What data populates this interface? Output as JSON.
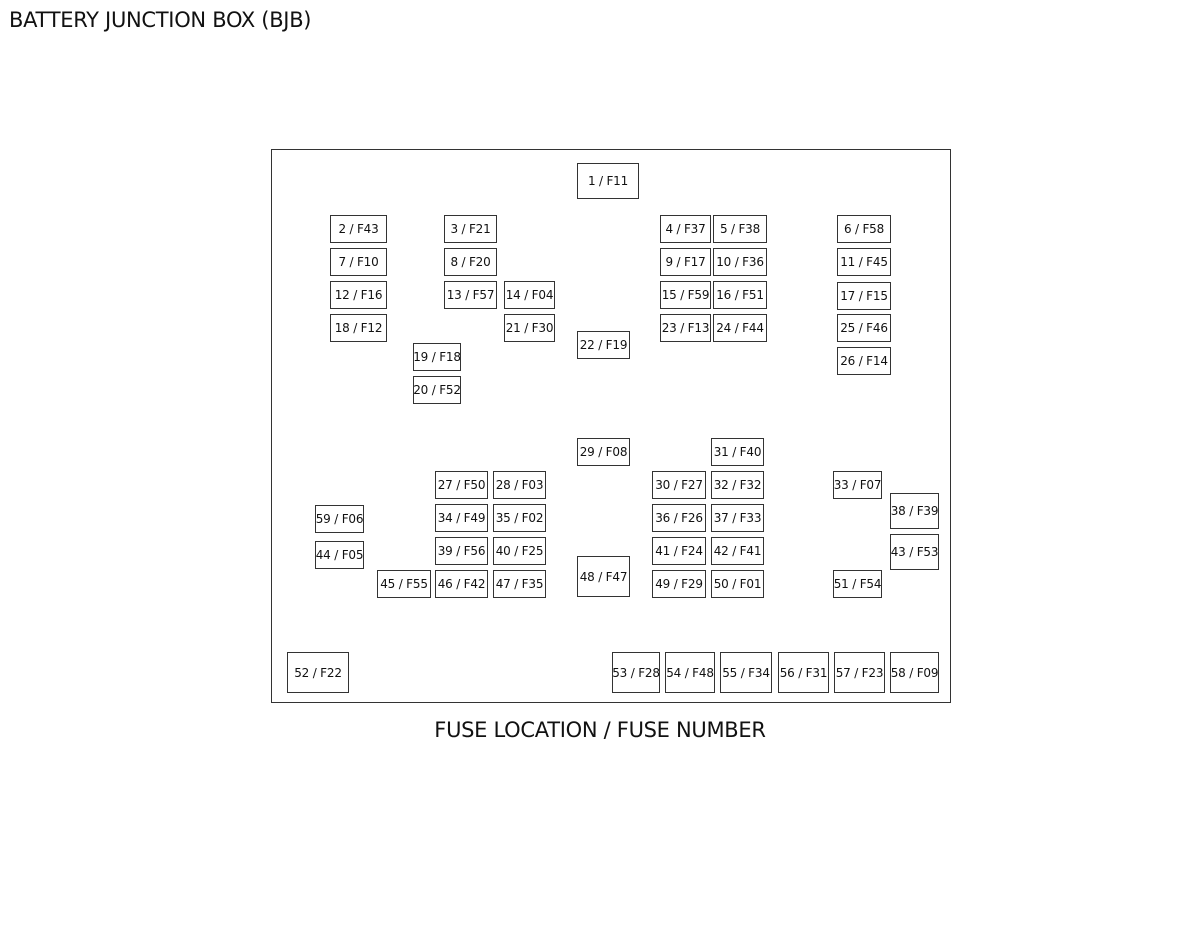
{
  "title": "BATTERY JUNCTION BOX (BJB)",
  "caption": "FUSE LOCATION / FUSE NUMBER",
  "fuses": {
    "f1": "1 / F11",
    "f2": "2 / F43",
    "f3": "3 / F21",
    "f4": "4 / F37",
    "f5": "5 / F38",
    "f6": "6 / F58",
    "f7": "7 / F10",
    "f8": "8 / F20",
    "f9": "9 / F17",
    "f10": "10 / F36",
    "f11": "11 / F45",
    "f12": "12 / F16",
    "f13": "13 / F57",
    "f14": "14 / F04",
    "f15": "15 / F59",
    "f16": "16 / F51",
    "f17": "17 / F15",
    "f18": "18 / F12",
    "f21": "21 / F30",
    "f23": "23 / F13",
    "f24": "24 / F44",
    "f25": "25 / F46",
    "f22": "22 / F19",
    "f19": "19 / F18",
    "f26": "26 / F14",
    "f20": "20 / F52",
    "f29": "29 / F08",
    "f31": "31 / F40",
    "f27": "27 / F50",
    "f28": "28 / F03",
    "f30": "30 / F27",
    "f32": "32 / F32",
    "f33": "33 / F07",
    "f38": "38 / F39",
    "f59": "59 / F06",
    "f34": "34 / F49",
    "f35": "35 / F02",
    "f36": "36 / F26",
    "f37": "37 / F33",
    "f39": "39 / F56",
    "f40": "40 / F25",
    "f41": "41 / F24",
    "f42": "42 / F41",
    "f44": "44 / F05",
    "f43": "43 / F53",
    "f48": "48 / F47",
    "f45": "45 / F55",
    "f46": "46 / F42",
    "f47": "47 / F35",
    "f49": "49 / F29",
    "f50": "50 / F01",
    "f51": "51 / F54",
    "f52": "52 / F22",
    "f53": "53 / F28",
    "f54": "54 / F48",
    "f55": "55 / F34",
    "f56": "56 / F31",
    "f57": "57 / F23",
    "f58": "58 / F09"
  }
}
